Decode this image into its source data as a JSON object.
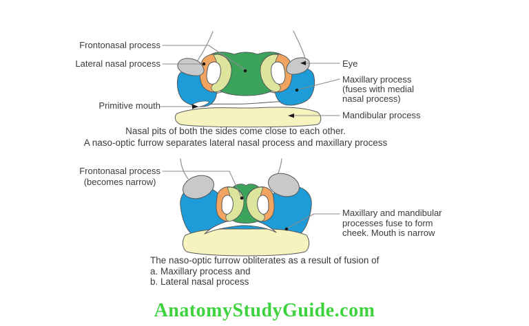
{
  "colors": {
    "green": "#3CA45A",
    "yellow_green": "#DCE59B",
    "orange": "#F0A45F",
    "blue": "#1E9CD8",
    "gray": "#C8C9CA",
    "cream": "#F6F3BE",
    "outline": "#55585a",
    "leader": "#8a8a8a",
    "text": "#3a3a3a",
    "footer_green": "#3ED33E",
    "background": "#ffffff"
  },
  "figure1": {
    "labels": {
      "frontonasal": "Frontonasal process",
      "lateral_nasal": "Lateral nasal process",
      "primitive_mouth": "Primitive mouth",
      "eye": "Eye",
      "maxillary": "Maxillary process\n(fuses with medial\nnasal process)",
      "mandibular": "Mandibular process"
    },
    "caption": "Nasal pits of both the sides come close to each other.\nA naso-optic furrow separates lateral nasal process and maxillary process"
  },
  "figure2": {
    "labels": {
      "frontonasal": "Frontonasal process\n(becomes narrow)",
      "maxillary_mandibular": "Maxillary and mandibular\nprocesses fuse to form\ncheek. Mouth is narrow"
    },
    "caption": "The naso-optic furrow obliterates as a result of fusion of\na. Maxillary process and\nb. Lateral nasal process"
  },
  "footer": {
    "site": "AnatomyStudyGuide.com"
  }
}
